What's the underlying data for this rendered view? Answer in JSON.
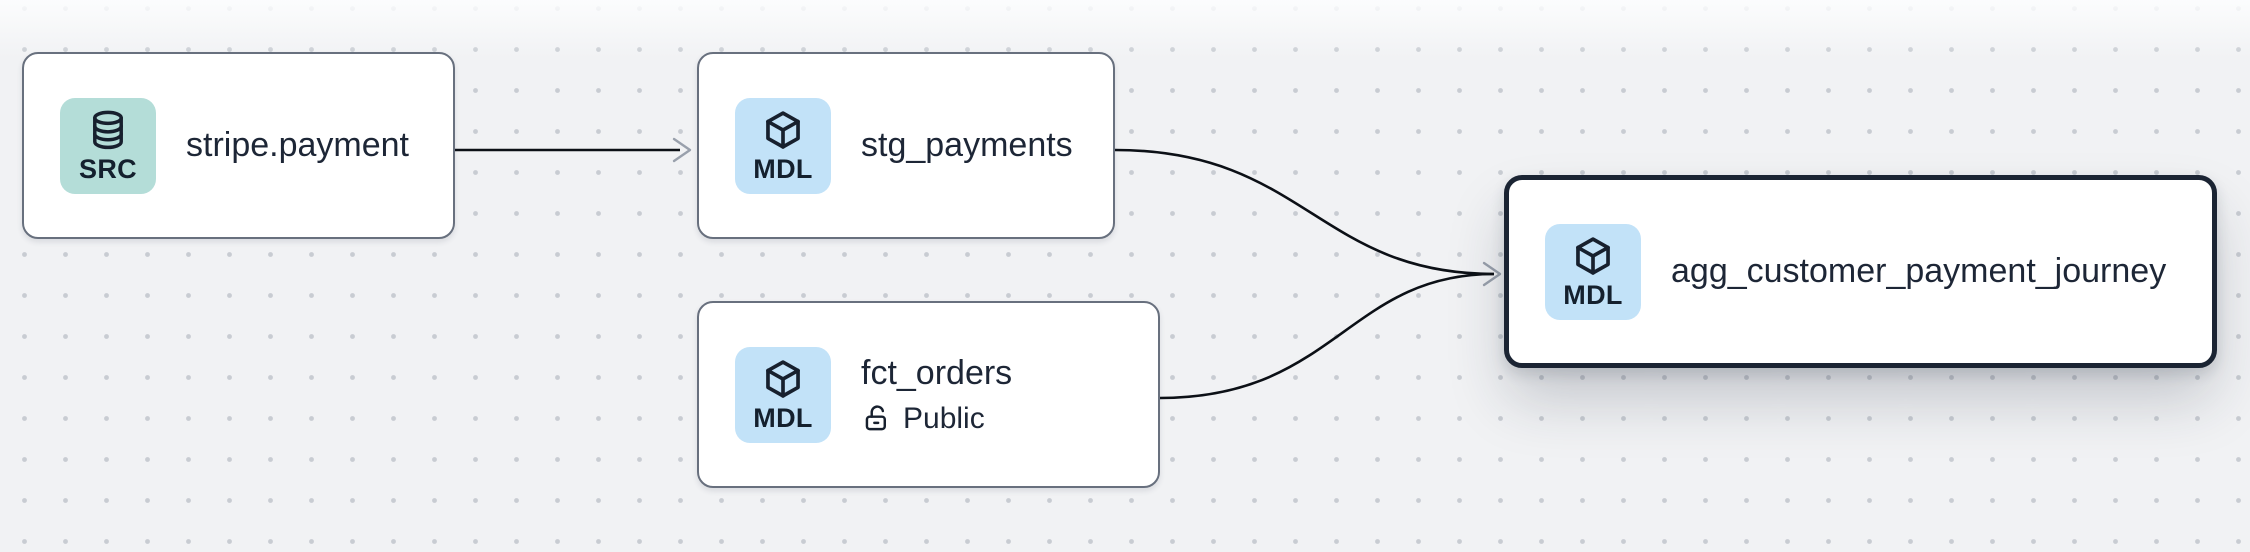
{
  "canvas": {
    "kind": "data-lineage-graph"
  },
  "nodes": [
    {
      "id": "stripe.payment",
      "title": "stripe.payment",
      "type_badge": "SRC",
      "badge_icon": "database-icon",
      "badge_color": "#b4ddd8",
      "selected": false
    },
    {
      "id": "stg_payments",
      "title": "stg_payments",
      "type_badge": "MDL",
      "badge_icon": "cube-icon",
      "badge_color": "#c2e2f8",
      "selected": false
    },
    {
      "id": "fct_orders",
      "title": "fct_orders",
      "type_badge": "MDL",
      "badge_icon": "cube-icon",
      "badge_color": "#c2e2f8",
      "access": "Public",
      "access_icon": "unlock-icon",
      "selected": false
    },
    {
      "id": "agg_customer_payment_journey",
      "title": "agg_customer_payment_journey",
      "type_badge": "MDL",
      "badge_icon": "cube-icon",
      "badge_color": "#c2e2f8",
      "selected": true
    }
  ],
  "edges": [
    {
      "from": "stripe.payment",
      "to": "stg_payments"
    },
    {
      "from": "stg_payments",
      "to": "agg_customer_payment_journey"
    },
    {
      "from": "fct_orders",
      "to": "agg_customer_payment_journey"
    }
  ],
  "colors": {
    "canvas_bg": "#f1f2f4",
    "grid_dot": "#c8ccd2",
    "node_bg": "#ffffff",
    "node_border": "#68707e",
    "selected_node_border": "#1b2433",
    "edge_line": "#0c1016",
    "arrowhead": "#99a0ac",
    "text": "#1d2636",
    "src_badge_bg": "#b4ddd8",
    "mdl_badge_bg": "#c2e2f8"
  }
}
